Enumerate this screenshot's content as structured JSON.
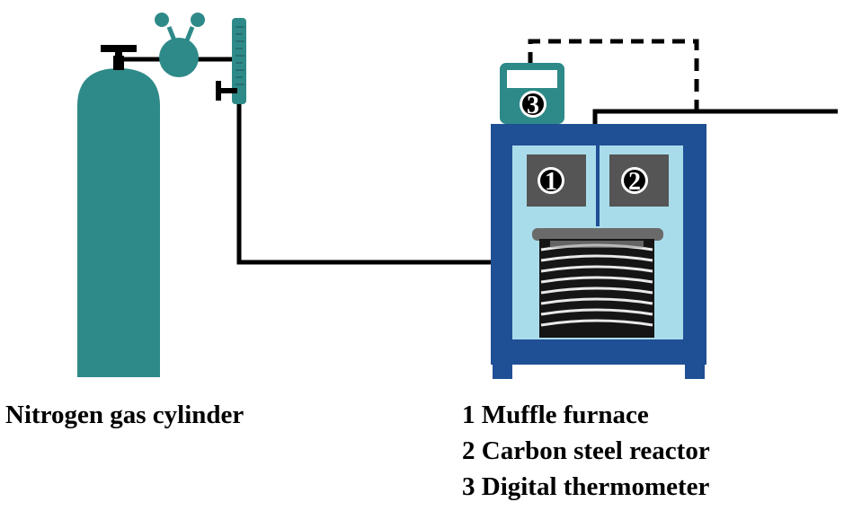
{
  "labels": {
    "cylinder": "Nitrogen gas cylinder"
  },
  "legend": [
    "1 Muffle furnace",
    "2 Carbon steel reactor",
    "3 Digital thermometer"
  ],
  "markers": {
    "furnace": "1",
    "reactor": "2",
    "thermometer": "3"
  },
  "colors": {
    "cylinder": "#2E8A88",
    "furnace_frame": "#1F4F94",
    "furnace_interior": "#A9DCEB",
    "window": "#555555",
    "pipe": "#000000"
  }
}
